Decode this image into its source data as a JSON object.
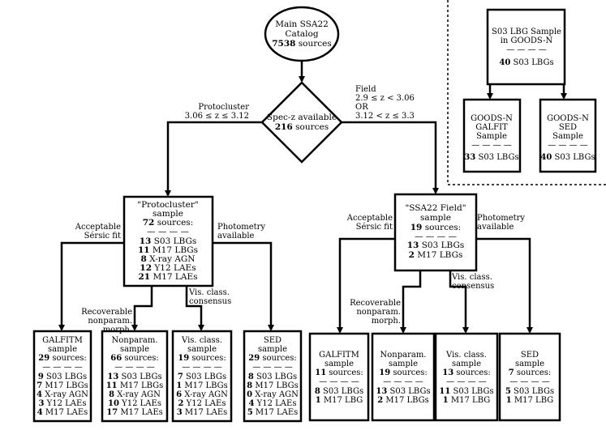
{
  "start": {
    "title_line1": "Main SSA22",
    "title_line2": "Catalog",
    "count": "7538",
    "suffix": " sources"
  },
  "decision": {
    "line1": "Spec-z available",
    "count": "216",
    "suffix": " sources"
  },
  "branch_protocluster": {
    "line1": "Protocluster",
    "line2": "3.06 ≤ z ≤ 3.12"
  },
  "branch_field": {
    "line1": "Field",
    "line2": "2.9 ≤ z < 3.06",
    "line3": "OR",
    "line4": "3.12 < z ≤ 3.3"
  },
  "protocluster_sample": {
    "title1": "\"Protocluster\"",
    "title2": "sample",
    "count": "72",
    "count_suffix": " sources:",
    "sep": "— — — —",
    "rows": [
      {
        "n": "13",
        "label": " S03 LBGs"
      },
      {
        "n": "11",
        "label": " M17 LBGs"
      },
      {
        "n": "8",
        "label": " X-ray AGN"
      },
      {
        "n": "12",
        "label": " Y12 LAEs"
      },
      {
        "n": "21",
        "label": " M17 LAEs"
      }
    ]
  },
  "field_sample": {
    "title1": "\"SSA22 Field\"",
    "title2": "sample",
    "count": "19",
    "count_suffix": " sources:",
    "sep": "— — — —",
    "rows": [
      {
        "n": "13",
        "label": " S03 LBGs"
      },
      {
        "n": "2",
        "label": " M17 LBGs"
      }
    ]
  },
  "edge_labels": {
    "sersic_1": "Acceptable",
    "sersic_2": "Sérsic fit",
    "phot_1": "Photometry",
    "phot_2": "available",
    "visclass_1": "Vis. class.",
    "visclass_2": "consensus",
    "recov_1": "Recoverable",
    "recov_2": "nonparam.",
    "recov_3": "morph."
  },
  "pc_galfitm": {
    "title1": "GALFITM",
    "title2": "sample",
    "count": "29",
    "count_suffix": " sources:",
    "sep": "— — — —",
    "rows": [
      {
        "n": "9",
        "label": " S03 LBGs"
      },
      {
        "n": "7",
        "label": " M17 LBGs"
      },
      {
        "n": "4",
        "label": " X-ray AGN"
      },
      {
        "n": "3",
        "label": " Y12 LAEs"
      },
      {
        "n": "4",
        "label": " M17 LAEs"
      }
    ]
  },
  "pc_nonparam": {
    "title1": "Nonparam.",
    "title2": "sample",
    "count": "66",
    "count_suffix": " sources:",
    "sep": "— — — —",
    "rows": [
      {
        "n": "13",
        "label": " S03 LBGs"
      },
      {
        "n": "11",
        "label": " M17 LBGs"
      },
      {
        "n": "8",
        "label": " X-ray AGN"
      },
      {
        "n": "10",
        "label": " Y12 LAEs"
      },
      {
        "n": "17",
        "label": " M17 LAEs"
      }
    ]
  },
  "pc_visclass": {
    "title1": "Vis. class.",
    "title2": "sample",
    "count": "19",
    "count_suffix": " sources:",
    "sep": "— — — —",
    "rows": [
      {
        "n": "7",
        "label": " S03 LBGs"
      },
      {
        "n": "1",
        "label": " M17 LBGs"
      },
      {
        "n": "6",
        "label": " X-ray AGN"
      },
      {
        "n": "2",
        "label": " Y12 LAEs"
      },
      {
        "n": "3",
        "label": " M17 LAEs"
      }
    ]
  },
  "pc_sed": {
    "title1": "SED",
    "title2": "sample",
    "count": "29",
    "count_suffix": " sources:",
    "sep": "— — — —",
    "rows": [
      {
        "n": "8",
        "label": " S03 LBGs"
      },
      {
        "n": "8",
        "label": " M17 LBGs"
      },
      {
        "n": "0",
        "label": " X-ray AGN"
      },
      {
        "n": "4",
        "label": " Y12 LAEs"
      },
      {
        "n": "5",
        "label": " M17 LAEs"
      }
    ]
  },
  "f_galfitm": {
    "title1": "GALFITM",
    "title2": "sample",
    "count": "11",
    "count_suffix": " sources:",
    "sep": "— — — —",
    "rows": [
      {
        "n": "8",
        "label": " S03 LBGs"
      },
      {
        "n": "1",
        "label": " M17 LBG"
      }
    ]
  },
  "f_nonparam": {
    "title1": "Nonparam.",
    "title2": "sample",
    "count": "19",
    "count_suffix": " sources:",
    "sep": "— — — —",
    "rows": [
      {
        "n": "13",
        "label": " S03 LBGs"
      },
      {
        "n": "2",
        "label": " M17 LBGs"
      }
    ]
  },
  "f_visclass": {
    "title1": "Vis. class.",
    "title2": "sample",
    "count": "13",
    "count_suffix": " sources:",
    "sep": "— — — —",
    "rows": [
      {
        "n": "11",
        "label": " S03 LBGs"
      },
      {
        "n": "1",
        "label": " M17 LBG"
      }
    ]
  },
  "f_sed": {
    "title1": "SED",
    "title2": "sample",
    "count": "7",
    "count_suffix": " sources:",
    "sep": "— — — —",
    "rows": [
      {
        "n": "5",
        "label": " S03 LBGs"
      },
      {
        "n": "1",
        "label": " M17 LBG"
      }
    ]
  },
  "goodsn_sample": {
    "title1": "S03 LBG Sample",
    "title2": "in GOODS-N",
    "sep": "— — — —",
    "count": "40",
    "label": " S03 LBGs"
  },
  "goodsn_galfit": {
    "title1": "GOODS-N",
    "title2": "GALFIT",
    "title3": "Sample",
    "sep": "— — — —",
    "count": "33",
    "label": " S03 LBGs"
  },
  "goodsn_sed": {
    "title1": "GOODS-N",
    "title2": "SED",
    "title3": "Sample",
    "sep": "— — — —",
    "count": "40",
    "label": " S03 LBGs"
  }
}
